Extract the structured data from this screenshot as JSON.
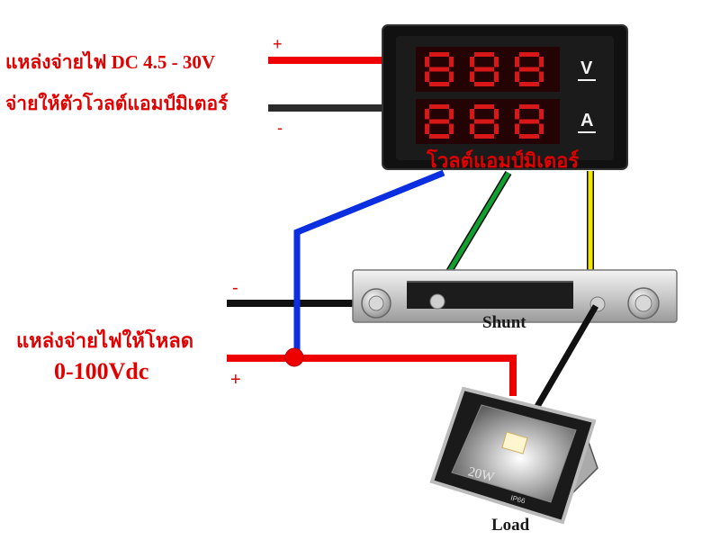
{
  "supply_label_line1": "แหล่งจ่ายไฟ DC 4.5 - 30V",
  "supply_label_line2": "จ่ายให้ตัวโวลต์แอมป์มิเตอร์",
  "supply_plus": "+",
  "supply_minus": "-",
  "meter_label": "โวลต์แอมป์มิเตอร์",
  "meter_unit_volt": "V",
  "meter_unit_amp": "A",
  "load_supply_line1": "แหล่งจ่ายไฟให้โหลด",
  "load_supply_line2": "0-100Vdc",
  "load_supply_minus": "-",
  "load_supply_plus": "+",
  "shunt_label": "Shunt",
  "lamp_power": "20W",
  "lamp_rating": "IP66",
  "load_label": "Load",
  "colors": {
    "positive_wire": "#ee0000",
    "negative_wire": "#1a1a1a",
    "blue_wire": "#0a2ee0",
    "green_wire": "#10a030",
    "yellow_wire": "#f2e600",
    "label_red": "#e00000"
  }
}
